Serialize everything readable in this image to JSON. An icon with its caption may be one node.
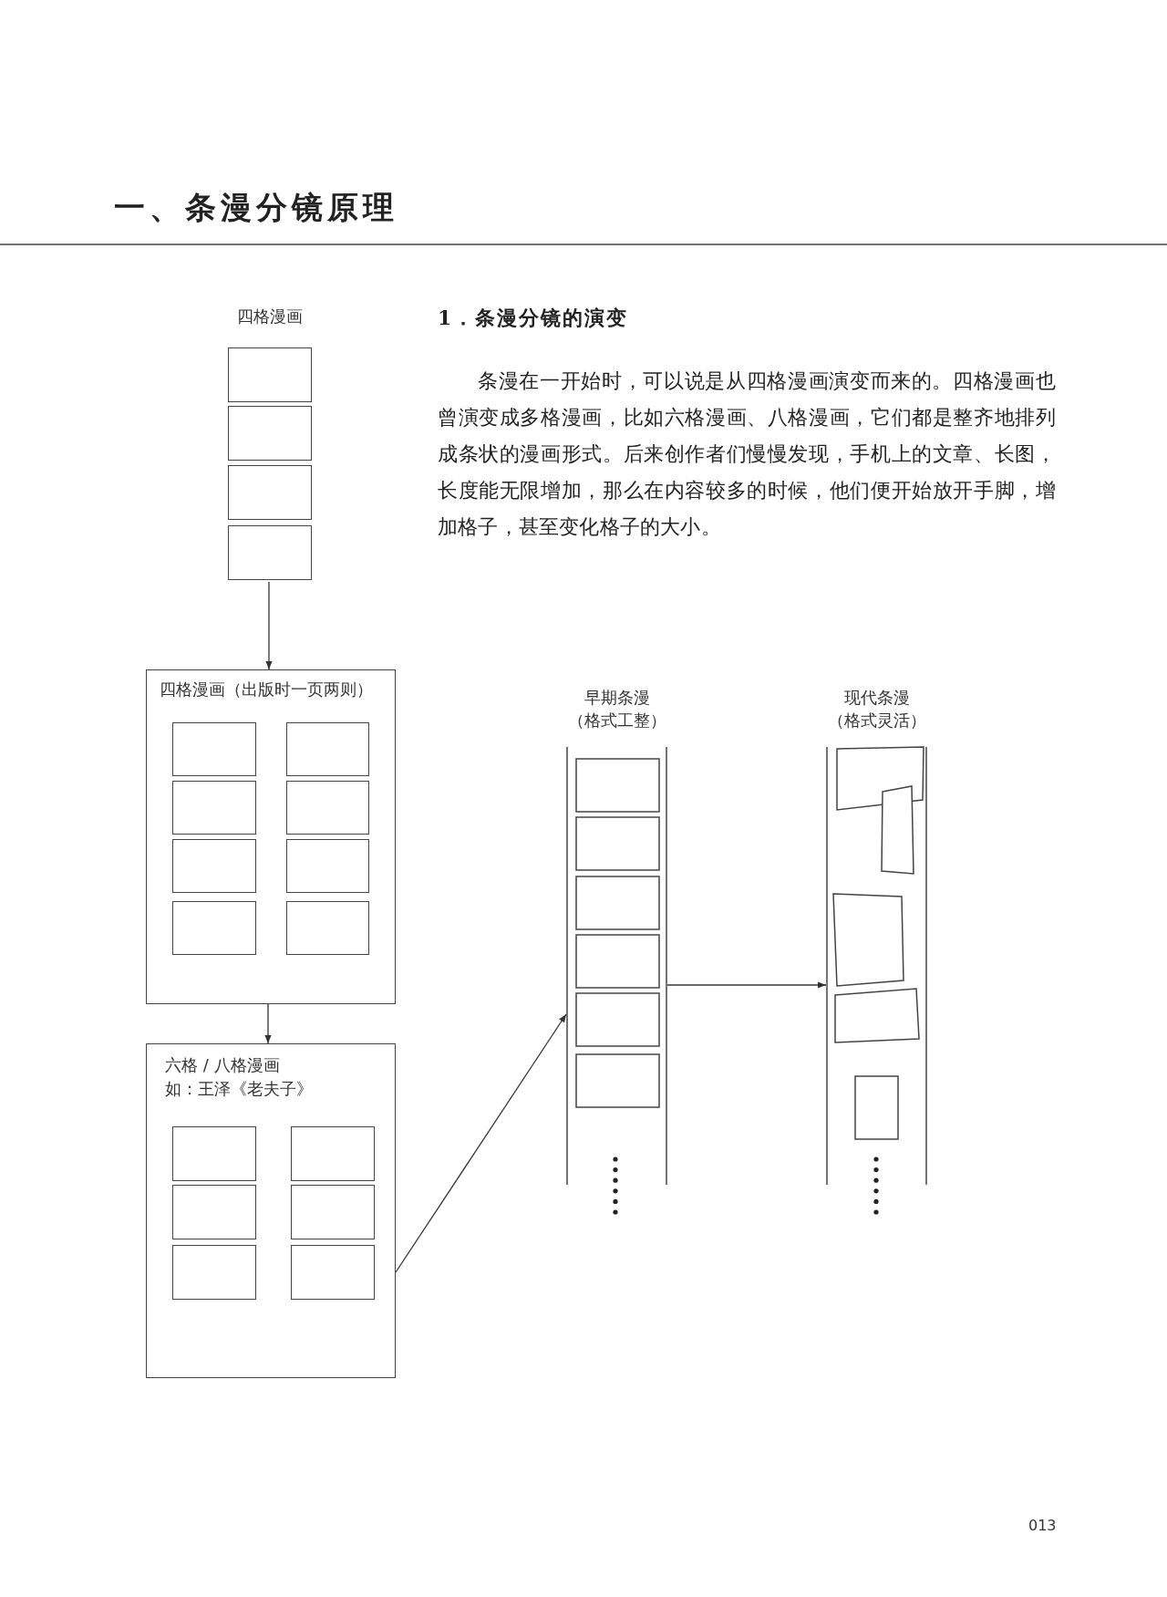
{
  "diagram": {
    "title": "一、条漫分镜原理",
    "nodes": [
      {
        "text": [
          "四格漫画"
        ]
      },
      {
        "text": [
          "四格漫画（出版时一页两则）"
        ]
      },
      {
        "text": [
          "六格 / 八格漫画",
          "如：王泽《老夫子》"
        ]
      },
      {
        "text": [
          "早期条漫（格式工整）"
        ]
      },
      {
        "text": [
          "现代条漫（格式灵活）"
        ]
      }
    ],
    "edges": [
      {
        "from": 0,
        "to": 1,
        "arrow": "to"
      },
      {
        "from": 1,
        "to": 2,
        "arrow": "to"
      },
      {
        "from": 2,
        "to": 3,
        "arrow": "to"
      },
      {
        "from": 3,
        "to": 4,
        "arrow": "to"
      }
    ],
    "labels": [
      "1．条漫分镜的演变",
      "条漫在一开始时，可以说是从四格漫画演变而来的。四格漫画也曾演变成多格漫画，比如六格漫画、八格漫画，它们都是整齐地排列成条状的漫画形式。后来创作者们慢慢发现，手机上的文章、长图，长度能无限增加，那么在内容较多的时候，他们便开始放开手脚，增加格子，甚至变化格子的大小。",
      "013"
    ]
  }
}
